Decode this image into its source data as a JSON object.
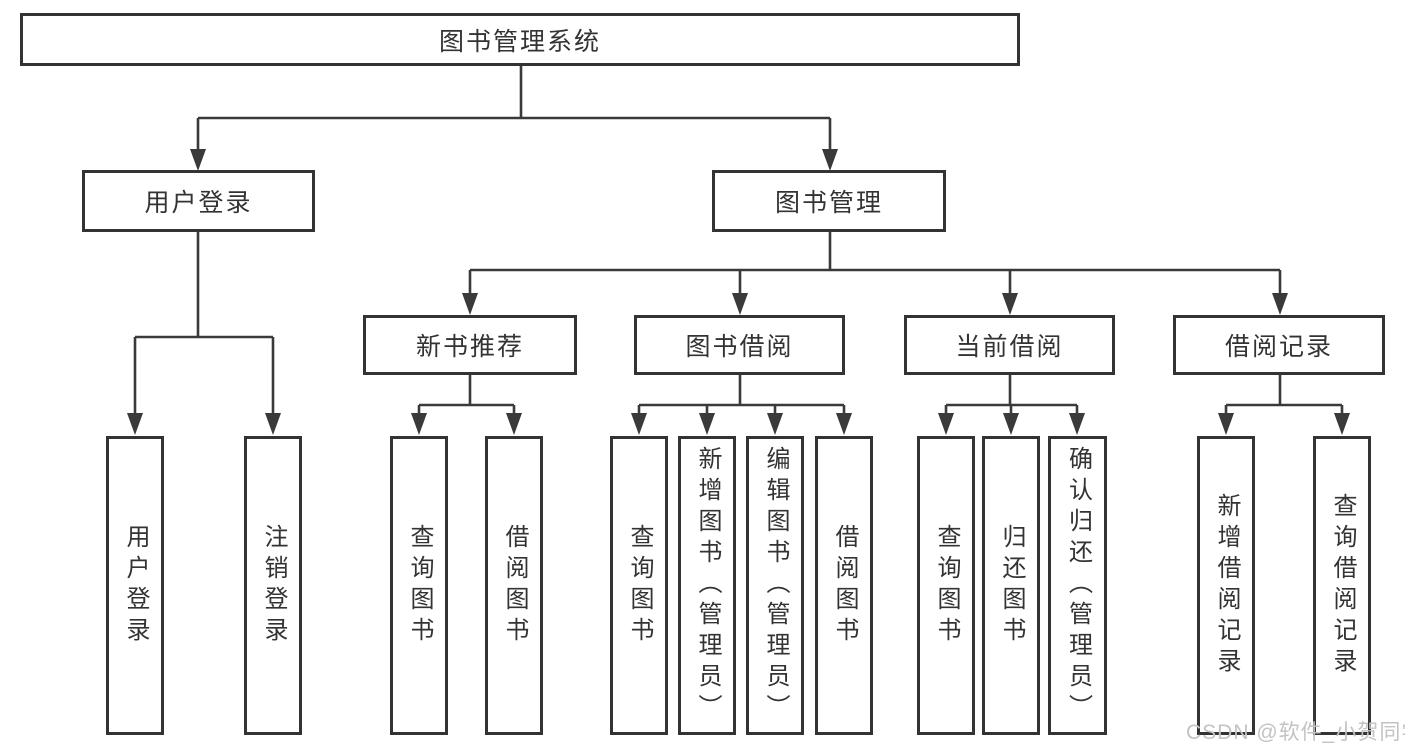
{
  "diagram_title": "图书管理系统",
  "nodes": {
    "root": "图书管理系统",
    "userLoginBranch": "用户登录",
    "bookMgmtBranch": "图书管理",
    "newBookRec": "新书推荐",
    "bookBorrow": "图书借阅",
    "currentBorrow": "当前借阅",
    "borrowRecords": "借阅记录",
    "leafUserLogin": "用户登录",
    "leafLogout": "注销登录",
    "leafRecQuery": "查询图书",
    "leafRecBorrow": "借阅图书",
    "leafBbQuery": "查询图书",
    "leafBbAdd": "新增图书（管理员）",
    "leafBbEdit": "编辑图书（管理员）",
    "leafBbBorrow": "借阅图书",
    "leafCbQuery": "查询图书",
    "leafCbReturn": "归还图书",
    "leafCbConfirm": "确认归还（管理员）",
    "leafBrAdd": "新增借阅记录",
    "leafBrQuery": "查询借阅记录"
  },
  "hierarchy": {
    "图书管理系统": {
      "用户登录": [
        "用户登录",
        "注销登录"
      ],
      "图书管理": {
        "新书推荐": [
          "查询图书",
          "借阅图书"
        ],
        "图书借阅": [
          "查询图书",
          "新增图书（管理员）",
          "编辑图书（管理员）",
          "借阅图书"
        ],
        "当前借阅": [
          "查询图书",
          "归还图书",
          "确认归还（管理员）"
        ],
        "借阅记录": [
          "新增借阅记录",
          "查询借阅记录"
        ]
      }
    }
  },
  "watermark": "CSDN @软件_小贺同学",
  "colors": {
    "line": "#3a3a3a",
    "border": "#333333",
    "text": "#333333",
    "watermark": "#c3c3c3",
    "background": "#ffffff"
  }
}
